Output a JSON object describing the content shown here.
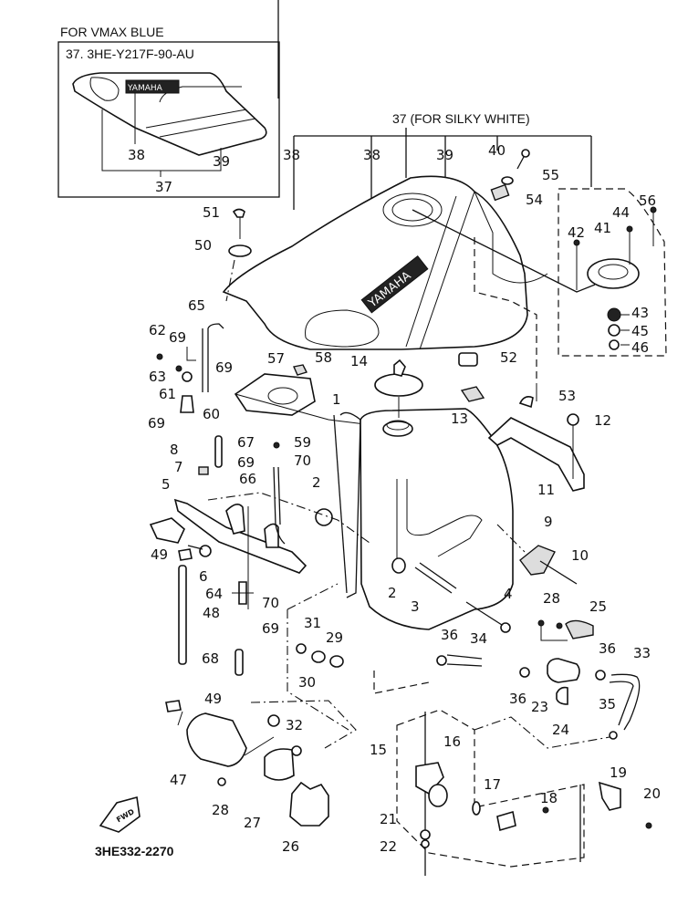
{
  "inset": {
    "heading": "FOR VMAX BLUE",
    "part_code": "37. 3HE-Y217F-90-AU",
    "labels": {
      "l38": "38",
      "l39": "39",
      "l37": "37"
    },
    "logo_text": "YAMAHA"
  },
  "main": {
    "assembly_title": "37 (FOR SILKY WHITE)",
    "tank_logo_text": "YAMAHA",
    "fwd_arrow_text": "FWD",
    "diagram_code": "3HE332-2270"
  },
  "callouts": {
    "c38a": "38",
    "c38b": "38",
    "c39": "39",
    "c40": "40",
    "c55": "55",
    "c54": "54",
    "c56": "56",
    "c44": "44",
    "c42": "42",
    "c41": "41",
    "c43": "43",
    "c45": "45",
    "c46": "46",
    "c51": "51",
    "c50": "50",
    "c65": "65",
    "c62": "62",
    "c69a": "69",
    "c69b": "69",
    "c63": "63",
    "c61": "61",
    "c60": "60",
    "c57": "57",
    "c58": "58",
    "c14": "14",
    "c52": "52",
    "c53": "53",
    "c13": "13",
    "c12": "12",
    "c11": "11",
    "c1": "1",
    "c69c": "69",
    "c67": "67",
    "c8": "8",
    "c59": "59",
    "c70a": "70",
    "c69d": "69",
    "c7": "7",
    "c66": "66",
    "c2a": "2",
    "c5": "5",
    "c9": "9",
    "c10": "10",
    "c49a": "49",
    "c6": "6",
    "c2b": "2",
    "c64": "64",
    "c70b": "70",
    "c3": "3",
    "c4": "4",
    "c48": "48",
    "c69e": "69",
    "c28a": "28",
    "c25": "25",
    "c31": "31",
    "c29": "29",
    "c36a": "36",
    "c34": "34",
    "c36b": "36",
    "c33": "33",
    "c68": "68",
    "c30": "30",
    "c36c": "36",
    "c23": "23",
    "c35": "35",
    "c24": "24",
    "c49b": "49",
    "c32": "32",
    "c16": "16",
    "c15": "15",
    "c47": "47",
    "c17": "17",
    "c19": "19",
    "c20": "20",
    "c18": "18",
    "c28b": "28",
    "c27": "27",
    "c26": "26",
    "c21": "21",
    "c22": "22"
  }
}
